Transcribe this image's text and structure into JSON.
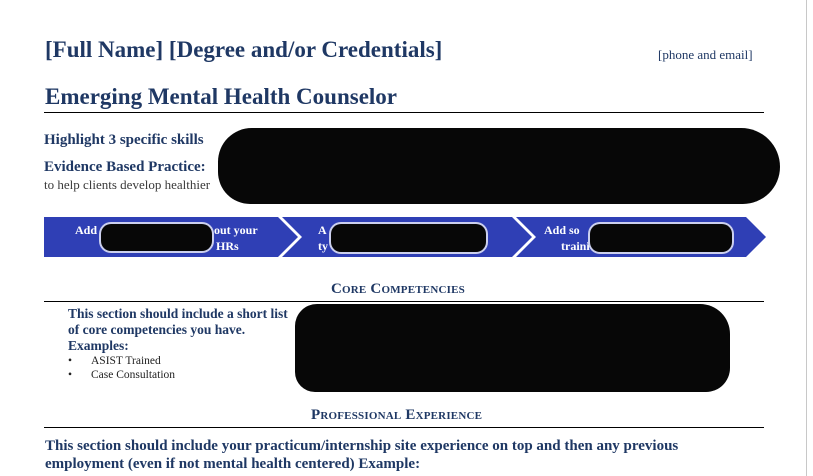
{
  "header": {
    "full_name": "[Full Name]",
    "credentials": "[Degree and/or Credentials]",
    "contact": "[phone and email]"
  },
  "title": "Emerging Mental Health Counselor",
  "summary": {
    "skills_intro": "Highlight 3 specific skills",
    "ebp_label": "Evidence Based Practice:",
    "ebp_continuation": "to help clients develop healthier"
  },
  "banner": {
    "fill_color": "#2f3fb5",
    "items": [
      {
        "line1": "Add",
        "line1_tail": "out your",
        "line2": "",
        "line2_tail": "HRs"
      },
      {
        "line1": "A",
        "line1_tail": "",
        "line2": "ty",
        "line2_tail": ""
      },
      {
        "line1": "Add so",
        "line1_tail": "",
        "line2": "traini",
        "line2_tail": ""
      }
    ]
  },
  "core_competencies": {
    "heading": "Core Competencies",
    "intro": "This section should include a short list of core competencies you have.",
    "examples_label": "Examples:",
    "bullets": [
      "ASIST Trained",
      "Case Consultation"
    ]
  },
  "professional_experience": {
    "heading": "Professional Experience",
    "line1": "This section should include your practicum/internship site experience on top and then any previous",
    "line2": "employment (even if not mental health centered) Example:"
  },
  "colors": {
    "heading_navy": "#1f3864",
    "redaction": "#070707"
  }
}
